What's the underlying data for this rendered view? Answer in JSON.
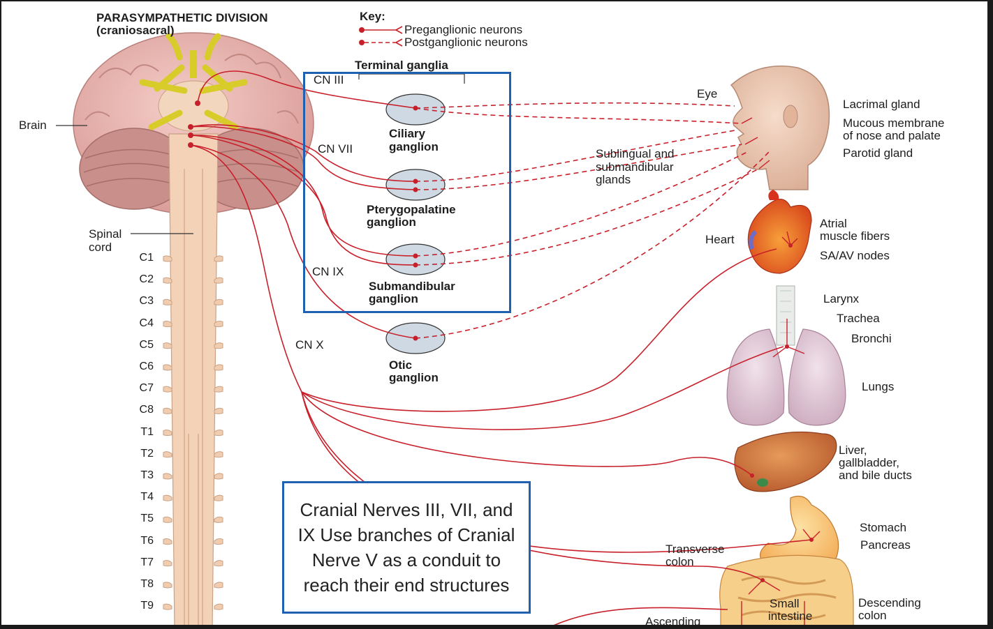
{
  "title": "PARASYMPATHETIC DIVISION",
  "subtitle": "(craniosacral)",
  "key": {
    "heading": "Key:",
    "preganglionic": "Preganglionic neurons",
    "postganglionic": "Postganglionic neurons"
  },
  "terminal_ganglia": "Terminal ganglia",
  "nerves": {
    "cn3": "CN III",
    "cn7": "CN VII",
    "cn9": "CN IX",
    "cn10": "CN X"
  },
  "ganglia": {
    "ciliary": [
      "Ciliary",
      "ganglion"
    ],
    "pterygopalatine": [
      "Pterygopalatine",
      "ganglion"
    ],
    "submandibular": [
      "Submandibular",
      "ganglion"
    ],
    "otic": [
      "Otic",
      "ganglion"
    ]
  },
  "left_labels": {
    "brain": "Brain",
    "spinal_cord": [
      "Spinal",
      "cord"
    ]
  },
  "segments": [
    "C1",
    "C2",
    "C3",
    "C4",
    "C5",
    "C6",
    "C7",
    "C8",
    "T1",
    "T2",
    "T3",
    "T4",
    "T5",
    "T6",
    "T7",
    "T8",
    "T9"
  ],
  "organs": {
    "eye": "Eye",
    "lacrimal": "Lacrimal gland",
    "mucous": [
      "Mucous membrane",
      "of nose and palate"
    ],
    "parotid": "Parotid gland",
    "sublingual": [
      "Sublingual and",
      "submandibular",
      "glands"
    ],
    "heart": "Heart",
    "atrial": [
      "Atrial",
      "muscle fibers"
    ],
    "sa_av": "SA/AV nodes",
    "larynx": "Larynx",
    "trachea": "Trachea",
    "bronchi": "Bronchi",
    "lungs": "Lungs",
    "liver": [
      "Liver,",
      "gallbladder,",
      "and bile ducts"
    ],
    "stomach": "Stomach",
    "pancreas": "Pancreas",
    "transverse": [
      "Transverse",
      "colon"
    ],
    "small_intestine": [
      "Small",
      "intestine"
    ],
    "descending": [
      "Descending",
      "colon"
    ],
    "ascending": "Ascending"
  },
  "note": "Cranial Nerves III, VII, and IX Use branches of Cranial Nerve V as a conduit to reach their end structures",
  "colors": {
    "nerve": "#c8202a",
    "box_border": "#2060b0",
    "brain": "#e6b4b0",
    "cord": "#f0cdb0",
    "ganglion": "#cfd9e3"
  }
}
